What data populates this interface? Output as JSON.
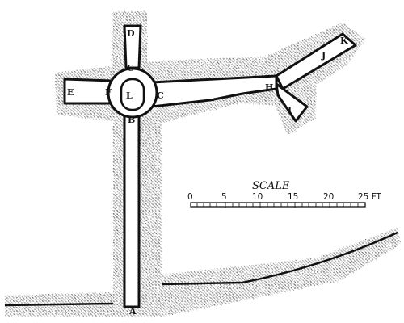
{
  "labels": {
    "A": "A",
    "B": "B",
    "C_top": "C",
    "C_right": "C",
    "D": "D",
    "E": "E",
    "F": "F",
    "H": "H",
    "I": "I",
    "J": "J",
    "K": "K",
    "L": "L"
  },
  "scale": {
    "title": "SCALE",
    "ticks": [
      "0",
      "5",
      "10",
      "15",
      "20"
    ],
    "last": "25 FT"
  },
  "colors": {
    "ink": "#111111",
    "hatch": "#777777",
    "paper": "#ffffff"
  }
}
